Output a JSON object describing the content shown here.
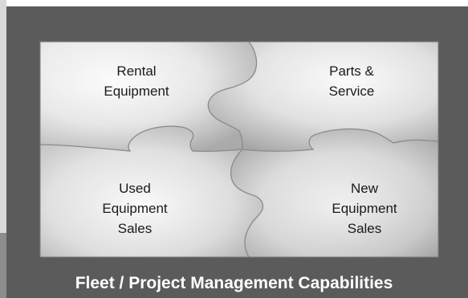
{
  "pieces": {
    "rental_equipment": "Rental\nEquipment",
    "parts_service": "Parts &\nService",
    "used_equipment_sales": "Used\nEquipment\nSales",
    "new_equipment_sales": "New\nEquipment\nSales"
  },
  "footer": {
    "title": "Fleet / Project Management Capabilities"
  },
  "colors": {
    "frame": "#5b5b5b",
    "puzzle_light": "#fafafa",
    "puzzle_mid": "#d4d4d4",
    "puzzle_dark": "#9e9e9e",
    "seam": "#8a8a8a",
    "footer_text": "#ffffff"
  }
}
